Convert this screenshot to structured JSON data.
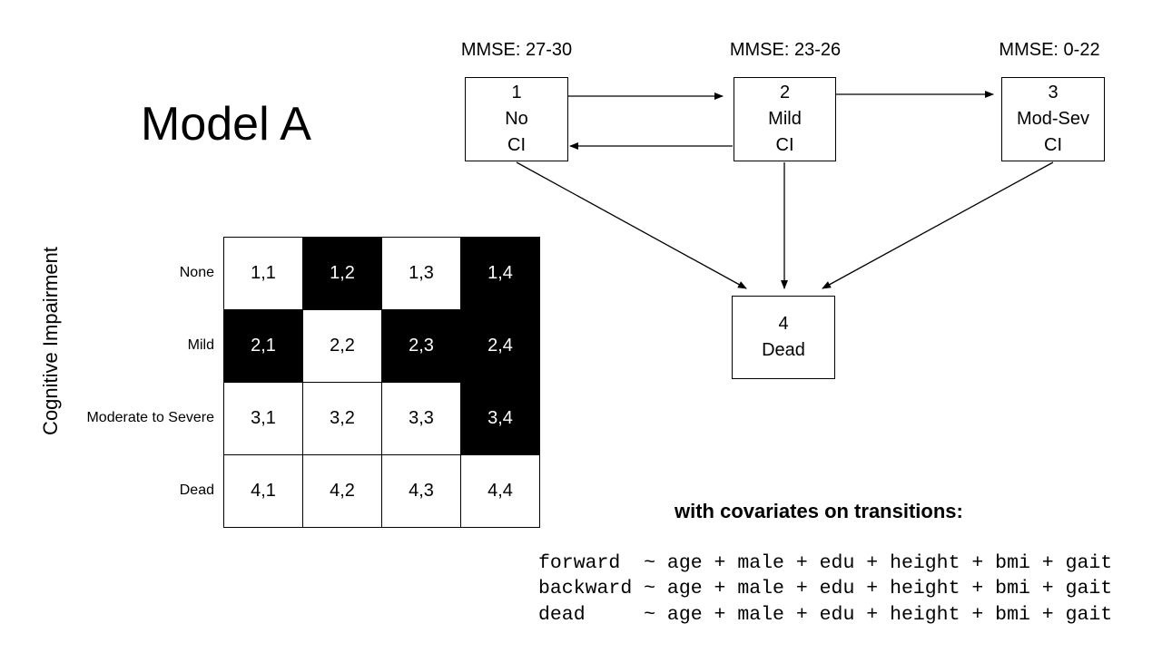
{
  "title": "Model A",
  "states": [
    {
      "mmse": "MMSE: 27-30",
      "num": "1",
      "line1": "No",
      "line2": "CI"
    },
    {
      "mmse": "MMSE: 23-26",
      "num": "2",
      "line1": "Mild",
      "line2": "CI"
    },
    {
      "mmse": "MMSE: 0-22",
      "num": "3",
      "line1": "Mod-Sev",
      "line2": "CI"
    },
    {
      "num": "4",
      "line1": "Dead"
    }
  ],
  "matrix": {
    "axis_label": "Cognitive Impairment",
    "row_labels": [
      "None",
      "Mild",
      "Moderate to Severe",
      "Dead"
    ],
    "cells": [
      [
        {
          "label": "1,1",
          "filled": false
        },
        {
          "label": "1,2",
          "filled": true
        },
        {
          "label": "1,3",
          "filled": false
        },
        {
          "label": "1,4",
          "filled": true
        }
      ],
      [
        {
          "label": "2,1",
          "filled": true
        },
        {
          "label": "2,2",
          "filled": false
        },
        {
          "label": "2,3",
          "filled": true
        },
        {
          "label": "2,4",
          "filled": true
        }
      ],
      [
        {
          "label": "3,1",
          "filled": false
        },
        {
          "label": "3,2",
          "filled": false
        },
        {
          "label": "3,3",
          "filled": false
        },
        {
          "label": "3,4",
          "filled": true
        }
      ],
      [
        {
          "label": "4,1",
          "filled": false
        },
        {
          "label": "4,2",
          "filled": false
        },
        {
          "label": "4,3",
          "filled": false
        },
        {
          "label": "4,4",
          "filled": false
        }
      ]
    ]
  },
  "covariates": {
    "heading": "with covariates on transitions:",
    "formulas": [
      "forward  ~ age + male + edu + height + bmi + gait",
      "backward ~ age + male + edu + height + bmi + gait",
      "dead     ~ age + male + edu + height + bmi + gait"
    ]
  }
}
